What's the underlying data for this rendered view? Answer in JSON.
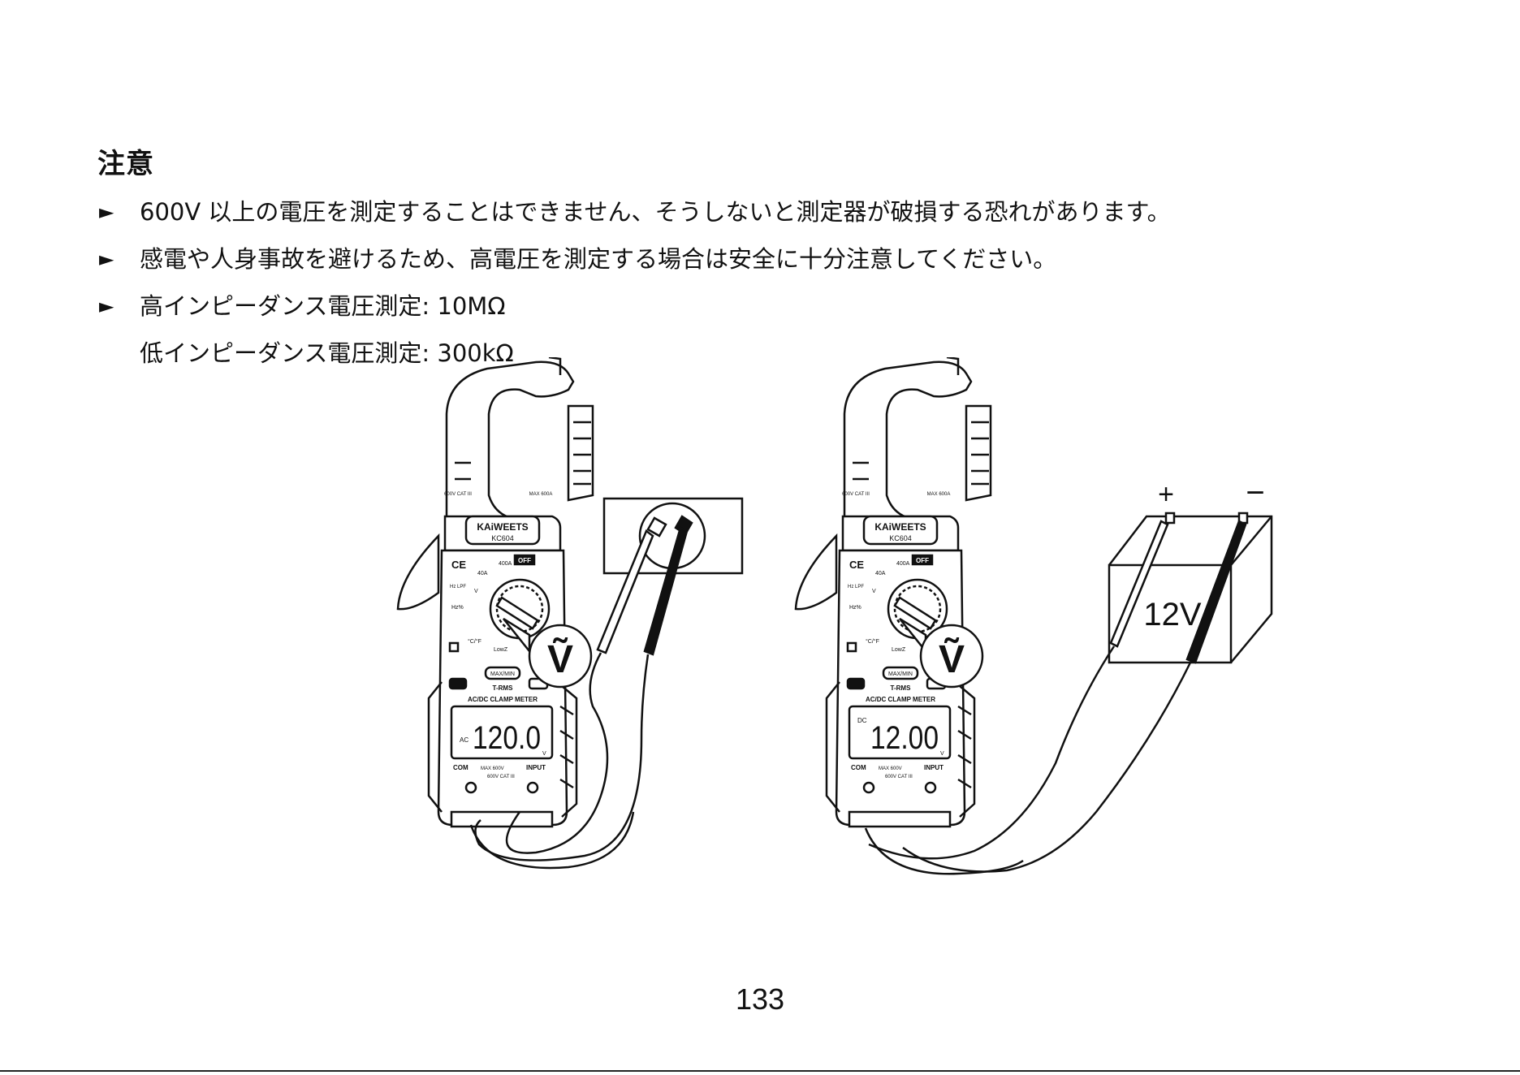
{
  "heading": "注意",
  "bullet_marker": "►",
  "bullets": [
    "600V 以上の電圧を測定することはできません、そうしないと測定器が破損する恐れがあります。",
    "感電や人身事故を避けるため、高電圧を測定する場合は安全に十分注意してください。",
    "高インピーダンス電圧測定: 10MΩ"
  ],
  "bullet_continuation": "低インピーダンス電圧測定: 300kΩ",
  "meters": [
    {
      "brand": "KAiWEETS",
      "model": "KC604",
      "ce_mark": "CE",
      "off_label": "OFF",
      "range_400a": "400A",
      "range_40a": "40A",
      "func_hz_lpf": "Hz LPF",
      "func_v": "V",
      "func_hz_pct": "Hz%",
      "func_temp": "°C/°F",
      "func_lowz": "LowZ",
      "maxmin_button": "MAX/MIN",
      "trms_label": "T-RMS",
      "meter_type": "AC/DC CLAMP METER",
      "display_value": "120.0",
      "display_mode": "AC",
      "display_unit": "V",
      "jack_com": "COM",
      "jack_rating": "MAX 600V",
      "jack_input": "INPUT",
      "jack_cat": "600V CAT III",
      "jaw_rating_left": "600V CAT III",
      "jaw_rating_right": "MAX 600A",
      "dial_callout": "Ṽ"
    },
    {
      "brand": "KAiWEETS",
      "model": "KC604",
      "ce_mark": "CE",
      "off_label": "OFF",
      "range_400a": "400A",
      "range_40a": "40A",
      "func_hz_lpf": "Hz LPF",
      "func_v": "V",
      "func_hz_pct": "Hz%",
      "func_temp": "°C/°F",
      "func_lowz": "LowZ",
      "maxmin_button": "MAX/MIN",
      "trms_label": "T-RMS",
      "meter_type": "AC/DC CLAMP METER",
      "display_value": "12.00",
      "display_mode": "DC",
      "display_unit": "V",
      "jack_com": "COM",
      "jack_rating": "MAX 600V",
      "jack_input": "INPUT",
      "jack_cat": "600V CAT III",
      "jaw_rating_left": "600V CAT III",
      "jaw_rating_right": "MAX 600A",
      "dial_callout": "Ṽ"
    }
  ],
  "battery": {
    "label": "12V",
    "plus": "+",
    "minus": "−"
  },
  "page_number": "133"
}
